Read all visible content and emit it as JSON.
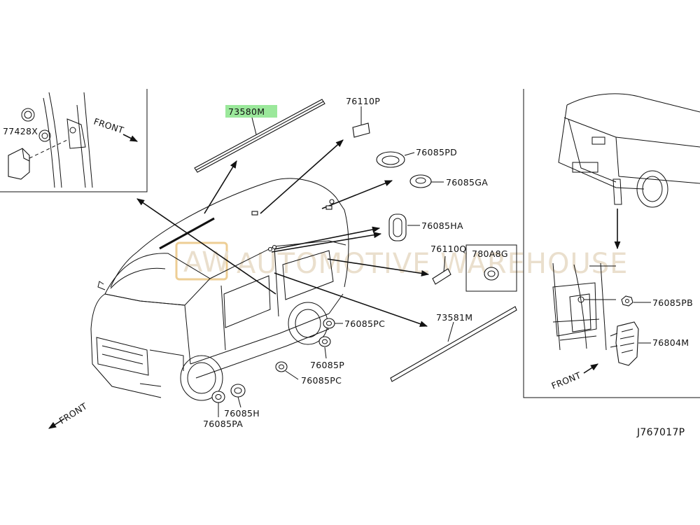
{
  "watermark": {
    "logo": "AW",
    "text": "AUTOMOTIVE WAREHOUSE"
  },
  "diagram_code": "J767017P",
  "front_labels": [
    "FRONT",
    "FRONT",
    "FRONT"
  ],
  "highlight_color": "#9be89b",
  "parts": {
    "p77428X": "77428X",
    "p73580M": "73580M",
    "p76110P": "76110P",
    "p76085PD": "76085PD",
    "p76085GA": "76085GA",
    "p76085HA": "76085HA",
    "p76110Q": "76110Q",
    "p780A8G": "780A8G",
    "p73581M": "73581M",
    "p76085PC_a": "76085PC",
    "p76085P": "76085P",
    "p76085PC_b": "76085PC",
    "p76085H": "76085H",
    "p76085PA": "76085PA",
    "p76085PB": "76085PB",
    "p76804M": "76804M"
  }
}
